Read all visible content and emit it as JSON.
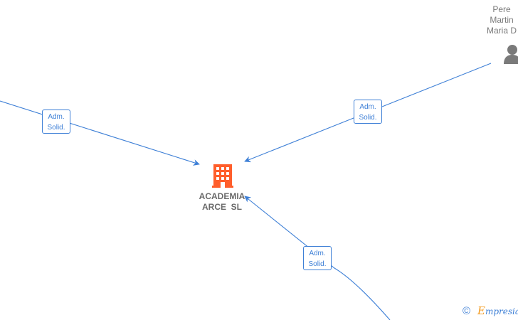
{
  "diagram": {
    "company": {
      "name_line1": "ACADEMIA",
      "name_line2": "ARCE  SL",
      "icon": "building-icon",
      "color": "#ff5e2b"
    },
    "person": {
      "name_line1": "Pere",
      "name_line2": "Martin",
      "name_line3": "Maria D",
      "icon": "person-icon",
      "color": "#7a7a7a"
    },
    "edges": [
      {
        "label_line1": "Adm.",
        "label_line2": "Solid."
      },
      {
        "label_line1": "Adm.",
        "label_line2": "Solid."
      },
      {
        "label_line1": "Adm.",
        "label_line2": "Solid."
      }
    ],
    "edge_color": "#3d7fd6"
  },
  "footer": {
    "copyright_symbol": "©",
    "brand_first_letter": "E",
    "brand_rest": "mpresia"
  }
}
